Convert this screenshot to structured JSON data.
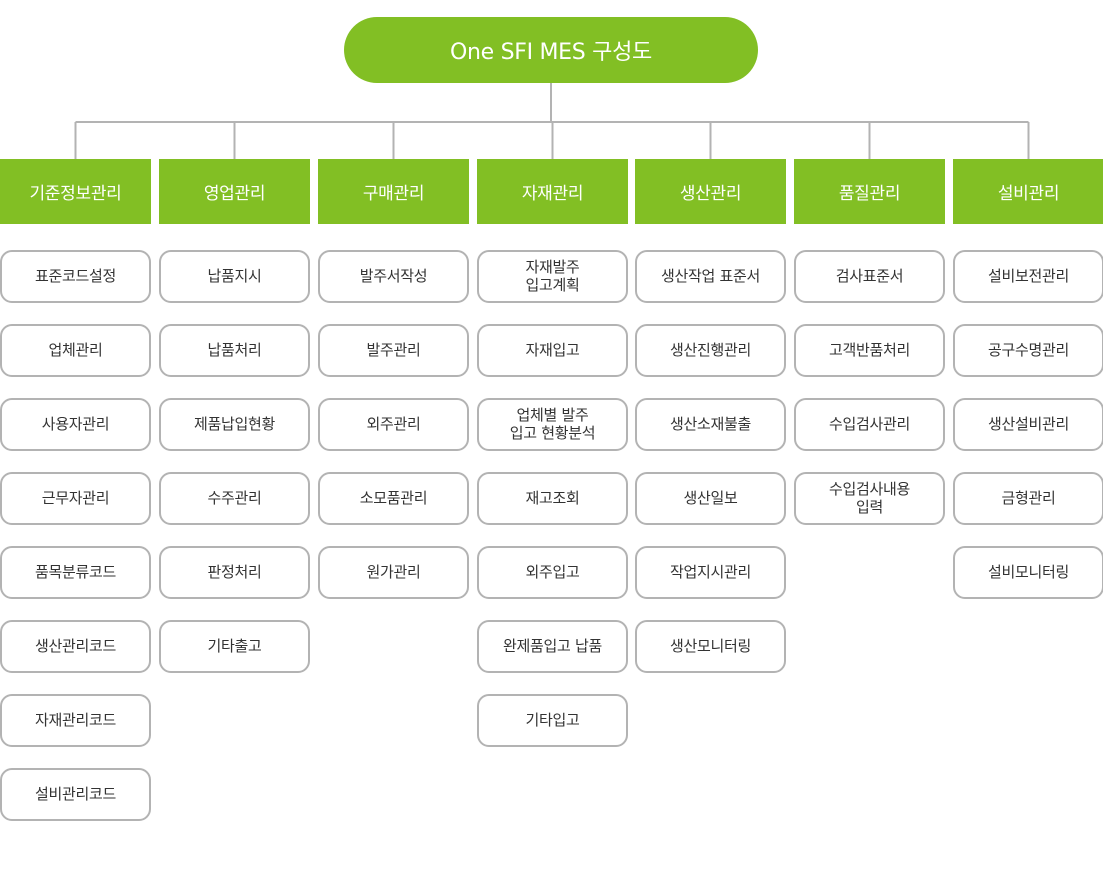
{
  "title": "One SFI MES 구성도",
  "colors": {
    "accent": "#82bf24",
    "line": "#b3b3b3",
    "item_border": "#b3b3b3",
    "item_text": "#333333"
  },
  "categories": [
    {
      "label": "기준정보관리",
      "items": [
        "표준코드설정",
        "업체관리",
        "사용자관리",
        "근무자관리",
        "품목분류코드",
        "생산관리코드",
        "자재관리코드",
        "설비관리코드"
      ]
    },
    {
      "label": "영업관리",
      "items": [
        "납품지시",
        "납품처리",
        "제품납입현황",
        "수주관리",
        "판정처리",
        "기타출고"
      ]
    },
    {
      "label": "구매관리",
      "items": [
        "발주서작성",
        "발주관리",
        "외주관리",
        "소모품관리",
        "원가관리"
      ]
    },
    {
      "label": "자재관리",
      "items": [
        "자재발주\n입고계획",
        "자재입고",
        "업체별 발주\n입고 현황분석",
        "재고조회",
        "외주입고",
        "완제품입고 납품",
        "기타입고"
      ]
    },
    {
      "label": "생산관리",
      "items": [
        "생산작업 표준서",
        "생산진행관리",
        "생산소재불출",
        "생산일보",
        "작업지시관리",
        "생산모니터링"
      ]
    },
    {
      "label": "품질관리",
      "items": [
        "검사표준서",
        "고객반품처리",
        "수입검사관리",
        "수입검사내용\n입력"
      ]
    },
    {
      "label": "설비관리",
      "items": [
        "설비보전관리",
        "공구수명관리",
        "생산설비관리",
        "금형관리",
        "설비모니터링"
      ]
    }
  ]
}
